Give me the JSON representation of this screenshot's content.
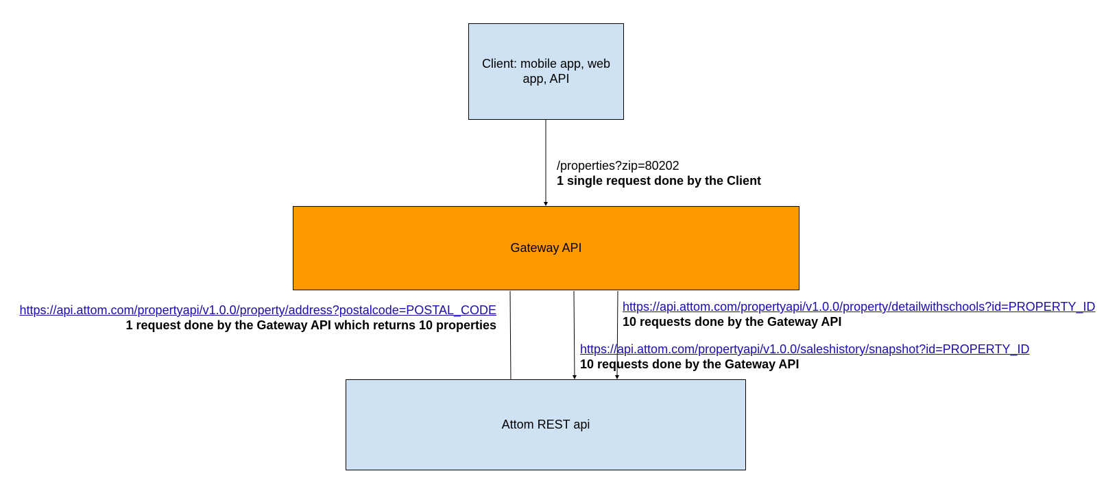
{
  "nodes": {
    "client": "Client: mobile app, web app, API",
    "gateway": "Gateway API",
    "attom": "Attom REST api"
  },
  "edges": {
    "client_to_gateway": {
      "path": "/properties?zip=80202",
      "note": "1 single request done by the Client"
    },
    "address": {
      "url": "https://api.attom.com/propertyapi/v1.0.0/property/address?postalcode=POSTAL_CODE",
      "note": "1 request done by the Gateway API which returns 10 properties"
    },
    "detail": {
      "url": "https://api.attom.com/propertyapi/v1.0.0/property/detailwithschools?id=PROPERTY_ID",
      "note": "10 requests done by the Gateway API"
    },
    "sales": {
      "url": "https://api.attom.com/propertyapi/v1.0.0/saleshistory/snapshot?id=PROPERTY_ID",
      "note": "10 requests done by the Gateway API"
    }
  },
  "colors": {
    "client_fill": "#cfe2f3",
    "gateway_fill": "#ff9900",
    "attom_fill": "#cfe2f3",
    "link": "#1a0dab"
  }
}
